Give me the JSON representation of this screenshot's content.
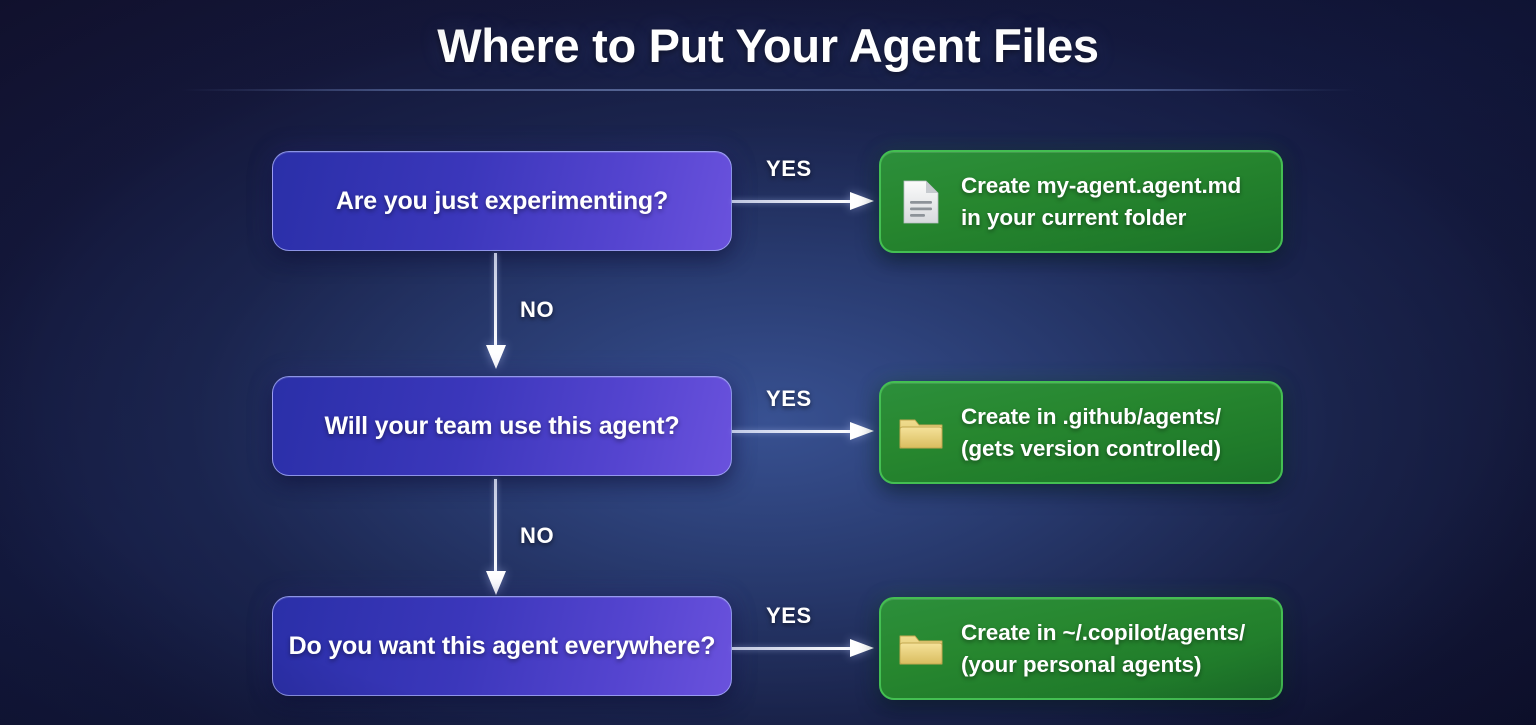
{
  "title": "Where to Put Your Agent Files",
  "theme": {
    "background_dark": "#141638",
    "background_center": "#2b3a6b",
    "decision_box_start": "#2a2fa8",
    "decision_box_end": "#6a52dd",
    "decision_border": "#b0bafc",
    "outcome_box_fill": "#1f7a2a",
    "outcome_border": "#44bf52",
    "arrow_color": "#ffffff",
    "text_color": "#ffffff",
    "folder_icon_color": "#e8cf72",
    "document_icon_color": "#f0f0f0"
  },
  "flow": {
    "steps": [
      {
        "question": "Are you just experimenting?",
        "yes_label": "YES",
        "no_label": "NO",
        "outcome": {
          "icon": "document-icon",
          "line1": "Create my-agent.agent.md",
          "line2": "in your current folder"
        }
      },
      {
        "question": "Will your team use this agent?",
        "yes_label": "YES",
        "no_label": "NO",
        "outcome": {
          "icon": "folder-icon",
          "line1": "Create in .github/agents/",
          "line2": "(gets version controlled)"
        }
      },
      {
        "question": "Do you want this agent everywhere?",
        "yes_label": "YES",
        "no_label": "",
        "outcome": {
          "icon": "folder-icon",
          "line1": "Create in ~/.copilot/agents/",
          "line2": "(your personal agents)"
        }
      }
    ]
  }
}
